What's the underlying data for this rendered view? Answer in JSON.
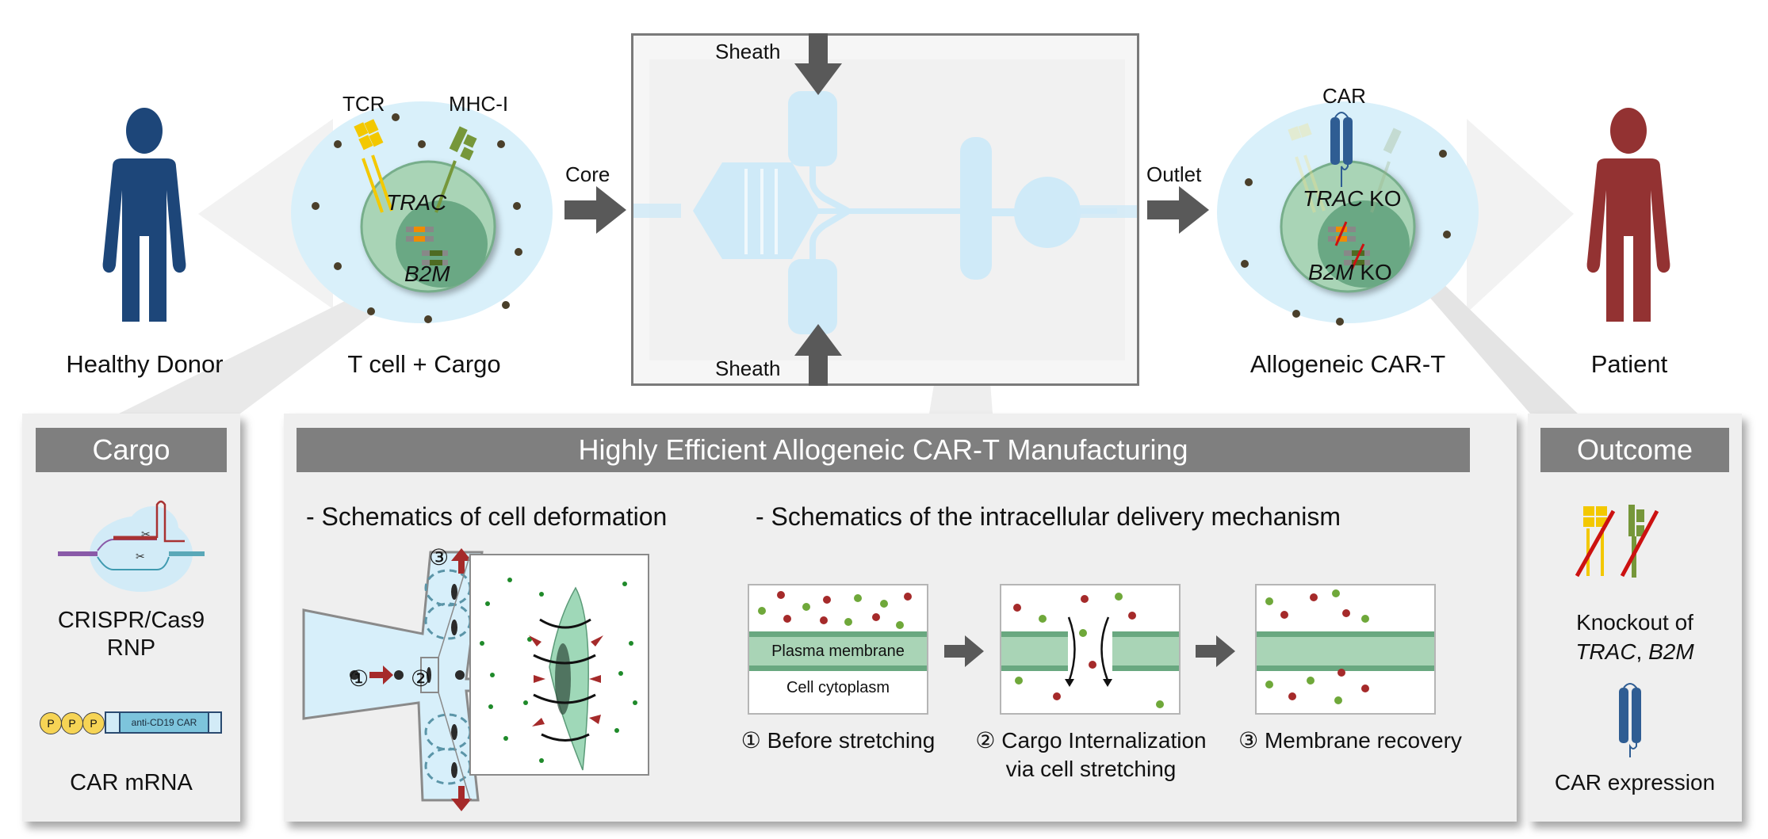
{
  "top": {
    "donor_label": "Healthy Donor",
    "tcell_label": "T cell + Cargo",
    "tcell_markers": {
      "tcr": "TCR",
      "mhc": "MHC-I",
      "trac": "TRAC",
      "b2m": "B2M"
    },
    "core_label": "Core",
    "sheath_top_label": "Sheath",
    "sheath_bottom_label": "Sheath",
    "outlet_label": "Outlet",
    "cart_label": "Allogeneic CAR-T",
    "cart_markers": {
      "car": "CAR",
      "trac_ko_gene": "TRAC",
      "trac_ko_suffix": " KO",
      "b2m_ko_gene": "B2M",
      "b2m_ko_suffix": " KO"
    },
    "patient_label": "Patient"
  },
  "colors": {
    "donor": "#1d4679",
    "patient": "#933232",
    "cell_outer": "#d9f0fa",
    "cytoplasm": "#a9d4b6",
    "nucleus": "#6aa884",
    "tcr": "#f3c800",
    "mhc": "#76973a",
    "car": "#2f5d93",
    "arrow": "#595959",
    "panel_bg": "#efefef",
    "header_bg": "#7f7f7f",
    "cargo_red": "#a52a2a",
    "cargo_green": "#6fa83a",
    "channel": "#d7effa"
  },
  "cargo_panel": {
    "title": "Cargo",
    "item1_line1": "CRISPR/Cas9",
    "item1_line2": "RNP",
    "mrna_cap": [
      "P",
      "P",
      "P"
    ],
    "mrna_orf": "anti-CD19 CAR",
    "item2": "CAR mRNA"
  },
  "middle_panel": {
    "title": "Highly Efficient Allogeneic CAR-T Manufacturing",
    "deformation_title": "- Schematics of cell deformation",
    "delivery_title": "- Schematics of the intracellular delivery mechanism",
    "deformation_markers": [
      "①",
      "②",
      "③"
    ],
    "membrane_label": "Plasma membrane",
    "cytoplasm_label": "Cell cytoplasm",
    "steps": [
      {
        "num": "①",
        "line1": "Before stretching",
        "line2": ""
      },
      {
        "num": "②",
        "line1": "Cargo Internalization",
        "line2": "via cell stretching"
      },
      {
        "num": "③",
        "line1": "Membrane recovery",
        "line2": ""
      }
    ]
  },
  "outcome_panel": {
    "title": "Outcome",
    "ko_line1": "Knockout of",
    "ko_gene1": "TRAC",
    "ko_sep": ", ",
    "ko_gene2": "B2M",
    "car_expression": "CAR expression"
  }
}
